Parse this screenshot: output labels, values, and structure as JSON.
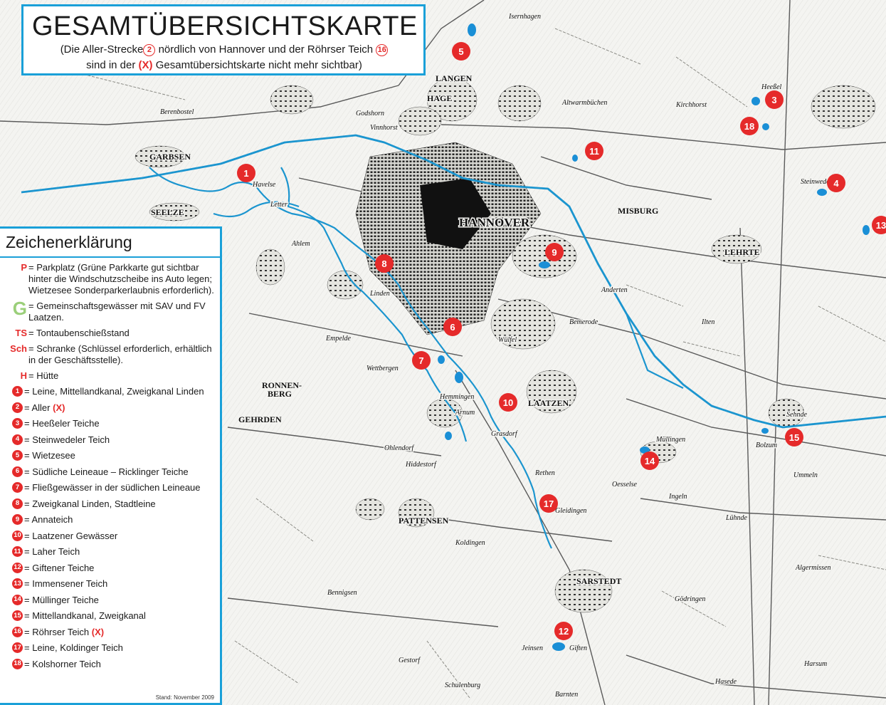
{
  "title": "GESAMTÜBERSICHTSKARTE",
  "subtitle": {
    "part1": "(Die Aller-Strecke",
    "badge_a": "2",
    "part2": "nördlich von Hannover und der Röhrser Teich",
    "badge_b": "16",
    "part3": "sind in der",
    "marker": "(X)",
    "part4": "Gesamtübersichtskarte nicht mehr sichtbar)"
  },
  "legend": {
    "title": "Zeichenerklärung",
    "keys": [
      {
        "key": "P",
        "text": "= Parkplatz (Grüne Parkkarte gut sichtbar hinter die Windschutzscheibe ins Auto legen; Wietzesee Sonderparkerlaubnis erforderlich)."
      },
      {
        "key": "G",
        "text": "= Gemeinschaftsgewässer mit SAV und FV Laatzen."
      },
      {
        "key": "TS",
        "text": "= Tontaubenschießstand"
      },
      {
        "key": "Sch",
        "text": "= Schranke (Schlüssel erforderlich, erhältlich in der Geschäftsstelle)."
      },
      {
        "key": "H",
        "text": "= Hütte"
      }
    ],
    "waters": [
      {
        "num": "1",
        "text": "= Leine, Mittellandkanal, Zweigkanal Linden",
        "x": ""
      },
      {
        "num": "2",
        "text": "= Aller",
        "x": "(X)"
      },
      {
        "num": "3",
        "text": "= Heeßeler Teiche",
        "x": ""
      },
      {
        "num": "4",
        "text": "= Steinwedeler Teich",
        "x": ""
      },
      {
        "num": "5",
        "text": "= Wietzesee",
        "x": ""
      },
      {
        "num": "6",
        "text": "= Südliche Leineaue – Ricklinger Teiche",
        "x": ""
      },
      {
        "num": "7",
        "text": "= Fließgewässer in der südlichen Leineaue",
        "x": ""
      },
      {
        "num": "8",
        "text": "= Zweigkanal Linden, Stadtleine",
        "x": ""
      },
      {
        "num": "9",
        "text": "= Annateich",
        "x": ""
      },
      {
        "num": "10",
        "text": "= Laatzener Gewässer",
        "x": ""
      },
      {
        "num": "11",
        "text": "= Laher Teich",
        "x": ""
      },
      {
        "num": "12",
        "text": "= Giftener Teiche",
        "x": ""
      },
      {
        "num": "13",
        "text": "= Immensener Teich",
        "x": ""
      },
      {
        "num": "14",
        "text": "= Müllinger Teiche",
        "x": ""
      },
      {
        "num": "15",
        "text": "= Mittellandkanal, Zweigkanal",
        "x": ""
      },
      {
        "num": "16",
        "text": "= Röhrser Teich",
        "x": "(X)"
      },
      {
        "num": "17",
        "text": "= Leine, Koldinger Teich",
        "x": ""
      },
      {
        "num": "18",
        "text": "= Kolshorner Teich",
        "x": ""
      }
    ],
    "stand": "Stand: November 2009"
  },
  "places": [
    {
      "name": "GARBSEN",
      "style": "bold"
    },
    {
      "name": "SEELZE",
      "style": "bold"
    },
    {
      "name": "HANNOVER",
      "style": "big"
    },
    {
      "name": "LANGEN",
      "style": "bold"
    },
    {
      "name": "HAGE",
      "style": "bold"
    },
    {
      "name": "MISBURG",
      "style": "bold"
    },
    {
      "name": "LEHRTE",
      "style": "bold"
    },
    {
      "name": "LAATZEN",
      "style": "bold"
    },
    {
      "name": "RONNEN-",
      "style": "bold"
    },
    {
      "name": "BERG",
      "style": "bold"
    },
    {
      "name": "GEHRDEN",
      "style": "bold"
    },
    {
      "name": "PATTENSEN",
      "style": "bold"
    },
    {
      "name": "SARSTEDT",
      "style": "bold"
    },
    {
      "name": "Isernhagen",
      "style": "normal"
    },
    {
      "name": "Altwarmbüchen",
      "style": "normal"
    },
    {
      "name": "Sehnde",
      "style": "normal"
    },
    {
      "name": "Anderten",
      "style": "normal"
    },
    {
      "name": "Hemmingen",
      "style": "normal"
    },
    {
      "name": "Algermissen",
      "style": "normal"
    },
    {
      "name": "Harsum",
      "style": "normal"
    },
    {
      "name": "Gestorf",
      "style": "normal"
    },
    {
      "name": "Bennigsen",
      "style": "normal"
    },
    {
      "name": "Wettbergen",
      "style": "normal"
    },
    {
      "name": "Empelde",
      "style": "normal"
    },
    {
      "name": "Havelse",
      "style": "normal"
    },
    {
      "name": "Letter",
      "style": "normal"
    },
    {
      "name": "Ahlem",
      "style": "normal"
    },
    {
      "name": "Linden",
      "style": "normal"
    },
    {
      "name": "Kirchhorst",
      "style": "normal"
    },
    {
      "name": "Rethen",
      "style": "normal"
    },
    {
      "name": "Koldingen",
      "style": "normal"
    },
    {
      "name": "Heeßel",
      "style": "normal"
    },
    {
      "name": "Ilten",
      "style": "normal"
    },
    {
      "name": "Bemerode",
      "style": "normal"
    },
    {
      "name": "Wülfel",
      "style": "normal"
    },
    {
      "name": "Arnum",
      "style": "normal"
    },
    {
      "name": "Gleidingen",
      "style": "normal"
    },
    {
      "name": "Grasdorf",
      "style": "normal"
    },
    {
      "name": "Steinwedel",
      "style": "normal"
    },
    {
      "name": "Ummeln",
      "style": "normal"
    },
    {
      "name": "Bolzum",
      "style": "normal"
    },
    {
      "name": "Müllingen",
      "style": "normal"
    },
    {
      "name": "Oesselse",
      "style": "normal"
    },
    {
      "name": "Ingeln",
      "style": "normal"
    },
    {
      "name": "Lühnde",
      "style": "normal"
    },
    {
      "name": "Hiddestorf",
      "style": "normal"
    },
    {
      "name": "Ohlendorf",
      "style": "normal"
    },
    {
      "name": "Jeinsen",
      "style": "normal"
    },
    {
      "name": "Giften",
      "style": "normal"
    },
    {
      "name": "Barnten",
      "style": "normal"
    },
    {
      "name": "Schulenburg",
      "style": "normal"
    },
    {
      "name": "Gödringen",
      "style": "normal"
    },
    {
      "name": "Hasede",
      "style": "normal"
    },
    {
      "name": "Berenbostel",
      "style": "normal"
    },
    {
      "name": "Godshorn",
      "style": "normal"
    },
    {
      "name": "Vinnhorst",
      "style": "normal"
    }
  ],
  "markers": [
    "1",
    "3",
    "4",
    "5",
    "6",
    "7",
    "8",
    "9",
    "10",
    "11",
    "12",
    "13",
    "14",
    "15",
    "17",
    "18"
  ],
  "colors": {
    "water": "#1b95cf",
    "marker": "#e52a2a",
    "frame": "#1aa0d8",
    "pond": "#1a8fd6"
  }
}
